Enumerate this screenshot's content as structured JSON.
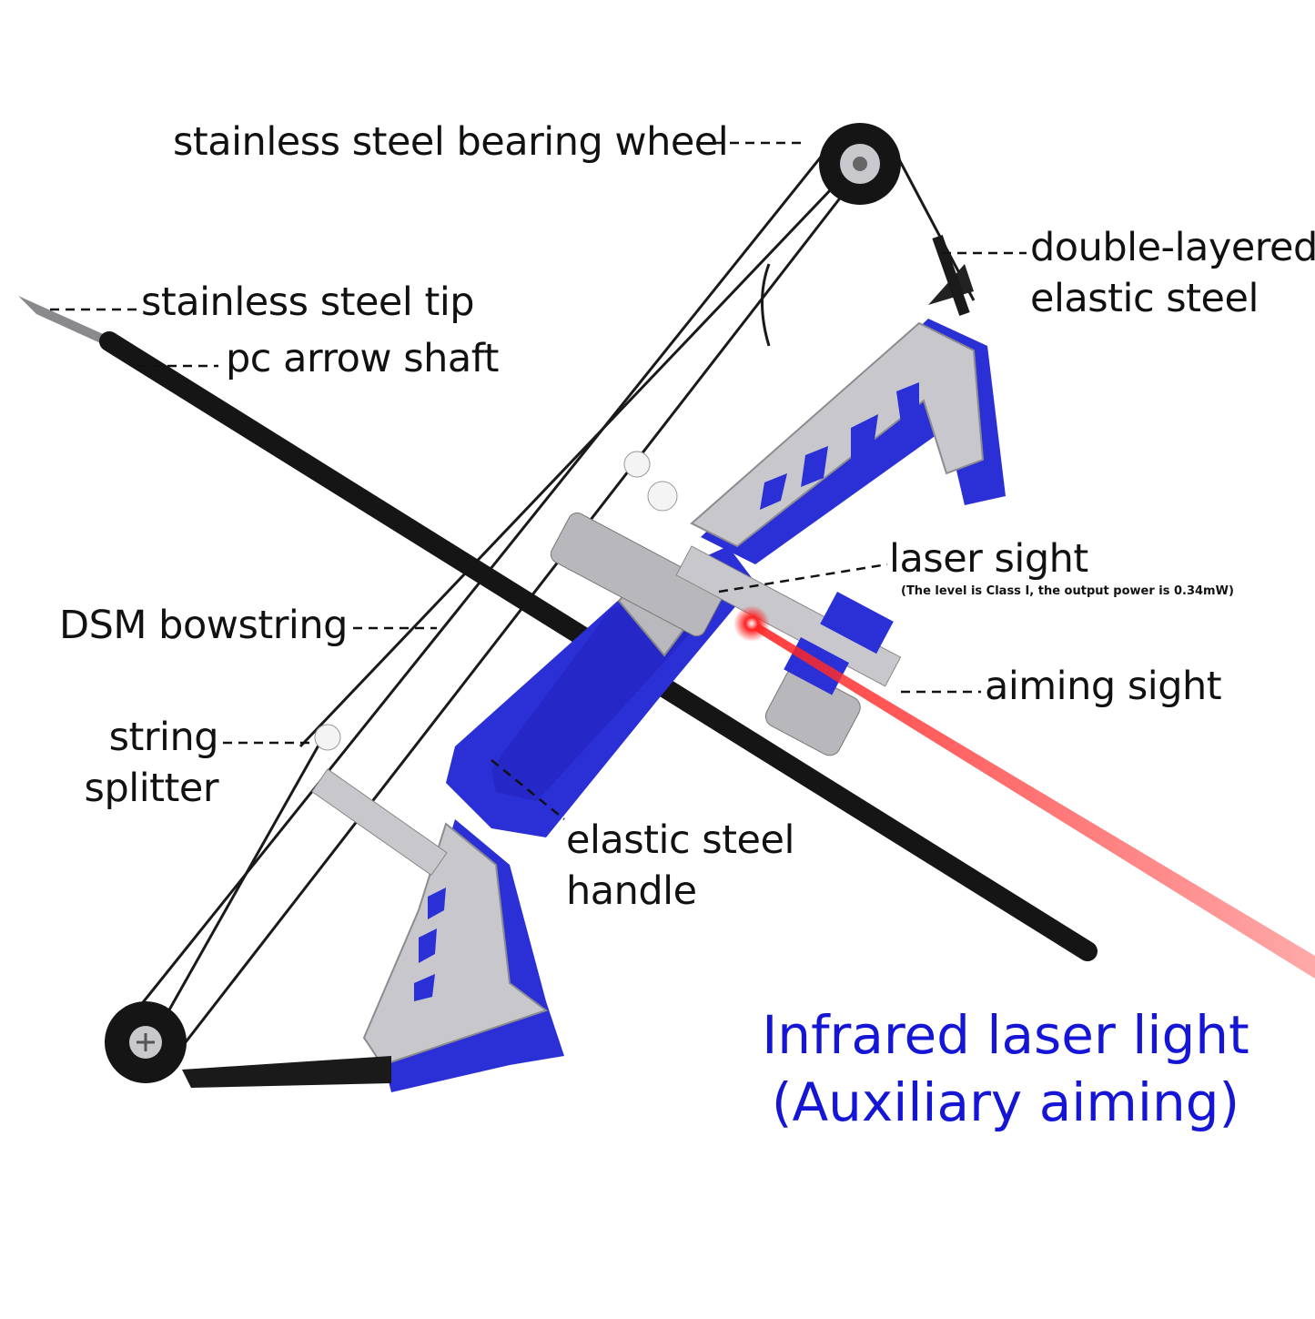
{
  "labels": {
    "bearing_wheel": "stainless steel bearing wheel",
    "elastic_steel_line1": "double-layered",
    "elastic_steel_line2": "elastic steel",
    "steel_tip": "stainless steel tip",
    "arrow_shaft": "pc arrow shaft",
    "laser_sight": "laser sight",
    "laser_note": "(The level is Class I,   the output power is 0.34mW)",
    "bowstring": "DSM bowstring",
    "aiming_sight": "aiming sight",
    "splitter_line1": "string",
    "splitter_line2": "splitter",
    "handle_line1": "elastic steel",
    "handle_line2": "handle"
  },
  "headline": {
    "line1": "Infrared laser light",
    "line2": "(Auxiliary aiming)"
  },
  "colors": {
    "headline": "#1515d6",
    "bow_blue": "#2b2fd6",
    "steel": "#c8c8cc",
    "laser": "#ff2222",
    "string": "#1a1a1a"
  }
}
